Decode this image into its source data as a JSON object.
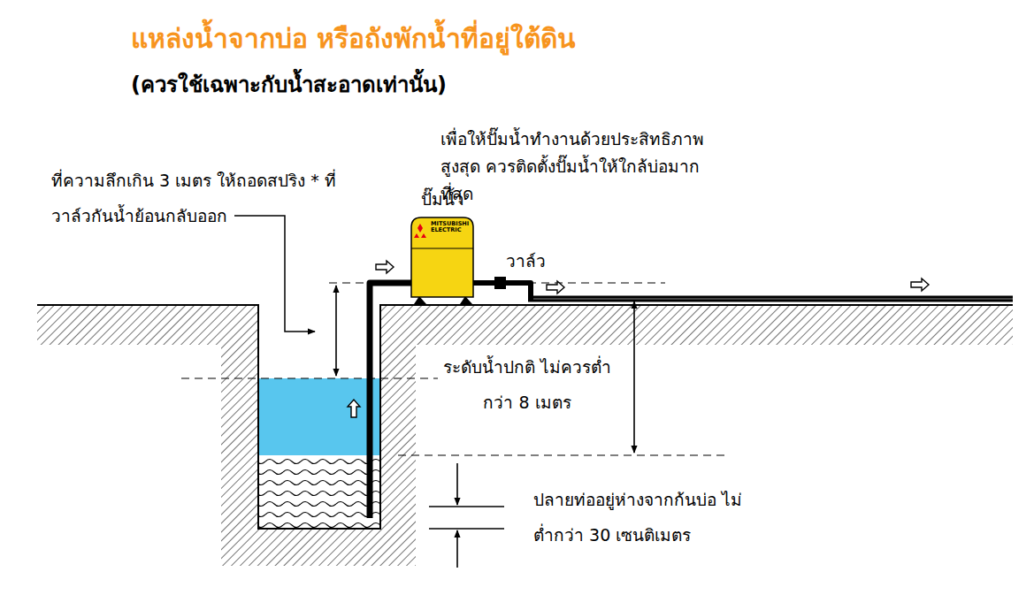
{
  "diagram": {
    "title": "แหล่งน้ำจากบ่อ หรือถังพักน้ำที่อยู่ใต้ดิน",
    "caption": "(ควรใช้เฉพาะกับน้ำสะอาดเท่านั้น)",
    "nodes": [
      {
        "text": [
          "ปั๊มน้ำ",
          "MITSUBISHI ELECTRIC"
        ]
      }
    ],
    "labels": [
      "ที่ความลึกเกิน 3 เมตร ให้ถอดสปริง * ที่วาล์วกันน้ำย้อนกลับออก",
      "เพื่อให้ปั๊มน้ำทำงานด้วยประสิทธิภาพสูงสุด ควรติดตั้งปั๊มน้ำให้ใกล้บ่อมากที่สุด",
      "วาล์ว",
      "ระดับน้ำปกติ ไม่ควรต่ำกว่า 8 เมตร",
      "ปลายท่ออยู่ห่างจากก้นบ่อ ไม่ต่ำกว่า 30 เซนติเมตร"
    ]
  }
}
